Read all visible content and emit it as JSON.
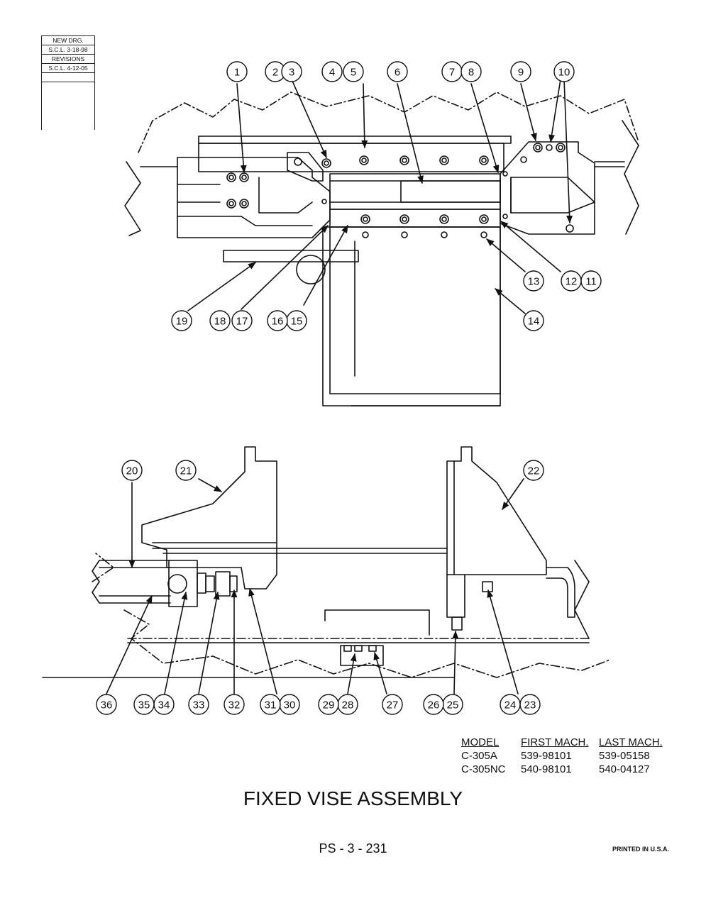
{
  "revision_block": {
    "new_drg_label": "NEW DRG.",
    "new_drg_date": "S.C.L. 3-18-98",
    "revisions_label": "REVISIONS",
    "revision_date": "S.C.L. 4-12-05"
  },
  "top_view": {
    "callouts": [
      {
        "num": "1"
      },
      {
        "num": "2"
      },
      {
        "num": "3"
      },
      {
        "num": "4"
      },
      {
        "num": "5"
      },
      {
        "num": "6"
      },
      {
        "num": "7"
      },
      {
        "num": "8"
      },
      {
        "num": "9"
      },
      {
        "num": "10"
      },
      {
        "num": "11"
      },
      {
        "num": "12"
      },
      {
        "num": "13"
      },
      {
        "num": "14"
      },
      {
        "num": "15"
      },
      {
        "num": "16"
      },
      {
        "num": "17"
      },
      {
        "num": "18"
      },
      {
        "num": "19"
      }
    ]
  },
  "side_view": {
    "callouts": [
      {
        "num": "20"
      },
      {
        "num": "21"
      },
      {
        "num": "22"
      },
      {
        "num": "23"
      },
      {
        "num": "24"
      },
      {
        "num": "25"
      },
      {
        "num": "26"
      },
      {
        "num": "27"
      },
      {
        "num": "28"
      },
      {
        "num": "29"
      },
      {
        "num": "30"
      },
      {
        "num": "31"
      },
      {
        "num": "32"
      },
      {
        "num": "33"
      },
      {
        "num": "34"
      },
      {
        "num": "35"
      },
      {
        "num": "36"
      }
    ]
  },
  "model_table": {
    "headers": {
      "model": "MODEL",
      "first": "FIRST MACH.",
      "last": "LAST MACH."
    },
    "rows": [
      {
        "model": "C-305A",
        "first": "539-98101",
        "last": "539-05158"
      },
      {
        "model": "C-305NC",
        "first": "540-98101",
        "last": "540-04127"
      }
    ]
  },
  "title": "FIXED VISE ASSEMBLY",
  "page_number": "PS - 3 - 231",
  "printed": "PRINTED IN U.S.A."
}
